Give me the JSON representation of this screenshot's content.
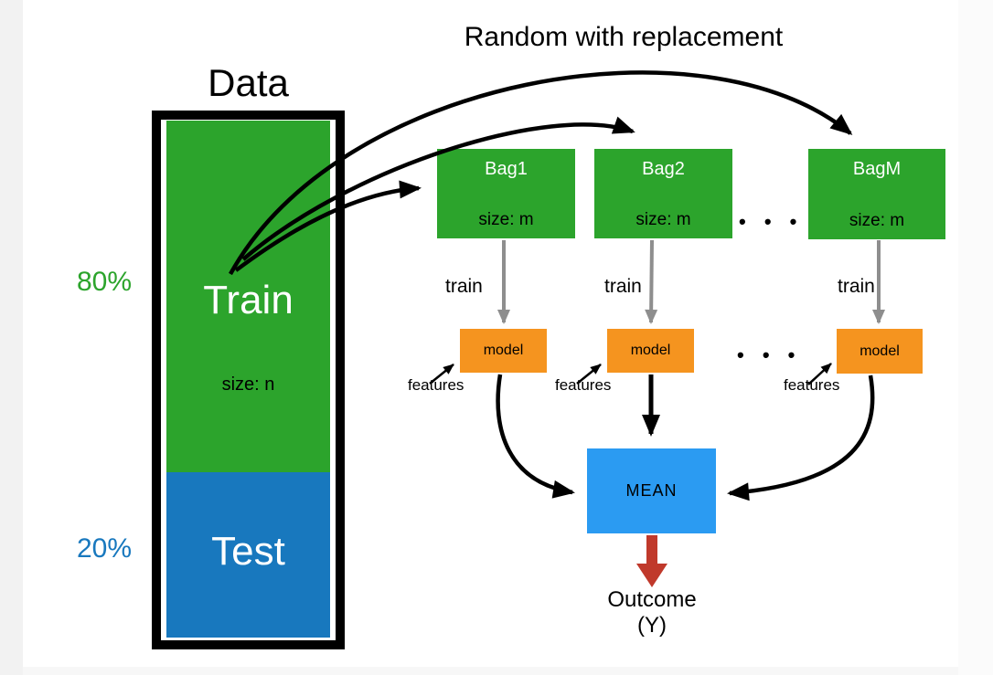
{
  "colors": {
    "green": "#2CA42C",
    "test_blue": "#1878BE",
    "mean_blue": "#2B9BF2",
    "orange": "#F5941F",
    "red": "#C0392B",
    "gray": "#8E8E8E",
    "black": "#000000"
  },
  "header": {
    "random_label": "Random with replacement"
  },
  "data_block": {
    "title": "Data",
    "train_percent": "80%",
    "test_percent": "20%",
    "train_label": "Train",
    "train_size": "size: n",
    "test_label": "Test"
  },
  "bags": [
    {
      "name": "Bag1",
      "size": "size: m"
    },
    {
      "name": "Bag2",
      "size": "size: m"
    },
    {
      "name": "BagM",
      "size": "size: m"
    }
  ],
  "models": [
    {
      "label": "model"
    },
    {
      "label": "model"
    },
    {
      "label": "model"
    }
  ],
  "arrow_labels": {
    "train": "train",
    "features": "features"
  },
  "ellipsis": "• • •",
  "mean": {
    "label": "MEAN"
  },
  "outcome": {
    "line1": "Outcome",
    "line2": "(Y)"
  }
}
